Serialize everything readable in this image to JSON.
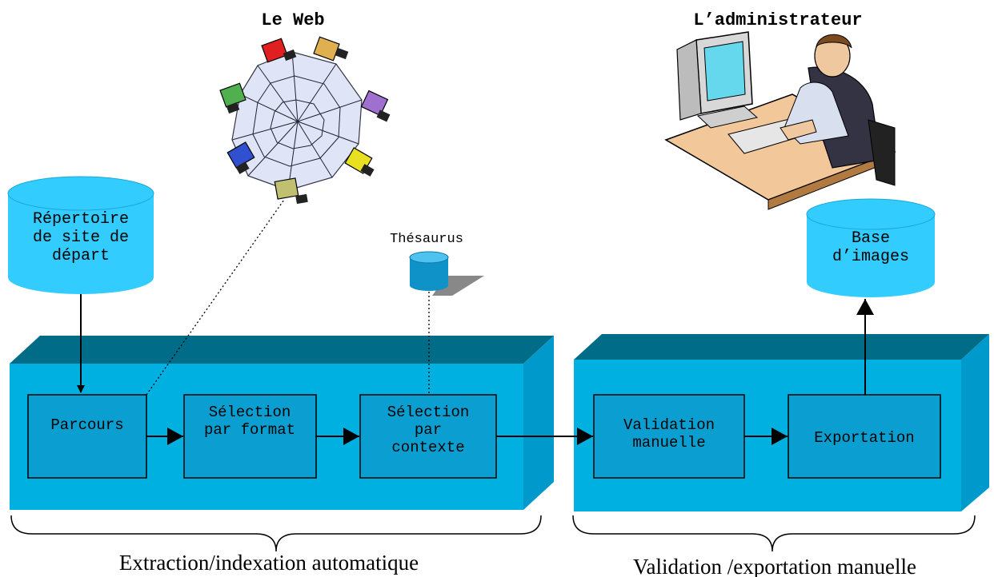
{
  "web_title": "Le Web",
  "admin_title": "L’administrateur",
  "repo_db": {
    "line1": "Répertoire",
    "line2": "de site de",
    "line3": "départ"
  },
  "thesaurus_label": "Thésaurus",
  "images_db": {
    "line1": "Base",
    "line2": "d’images"
  },
  "boxes": {
    "parcours": "Parcours",
    "selection_format": {
      "line1": "Sélection",
      "line2": "par format"
    },
    "selection_contexte": {
      "line1": "Sélection",
      "line2": "par",
      "line3": "contexte"
    },
    "validation": {
      "line1": "Validation",
      "line2": "manuelle"
    },
    "exportation": "Exportation"
  },
  "captions": {
    "left": "Extraction/indexation automatique",
    "right": "Validation /exportation manuelle"
  },
  "colors": {
    "cylinder": "#33ccff",
    "block_front": "#00b0e0",
    "block_top": "#006c88",
    "block_side": "#0099cc",
    "inner_box": "#0a9fd0"
  }
}
